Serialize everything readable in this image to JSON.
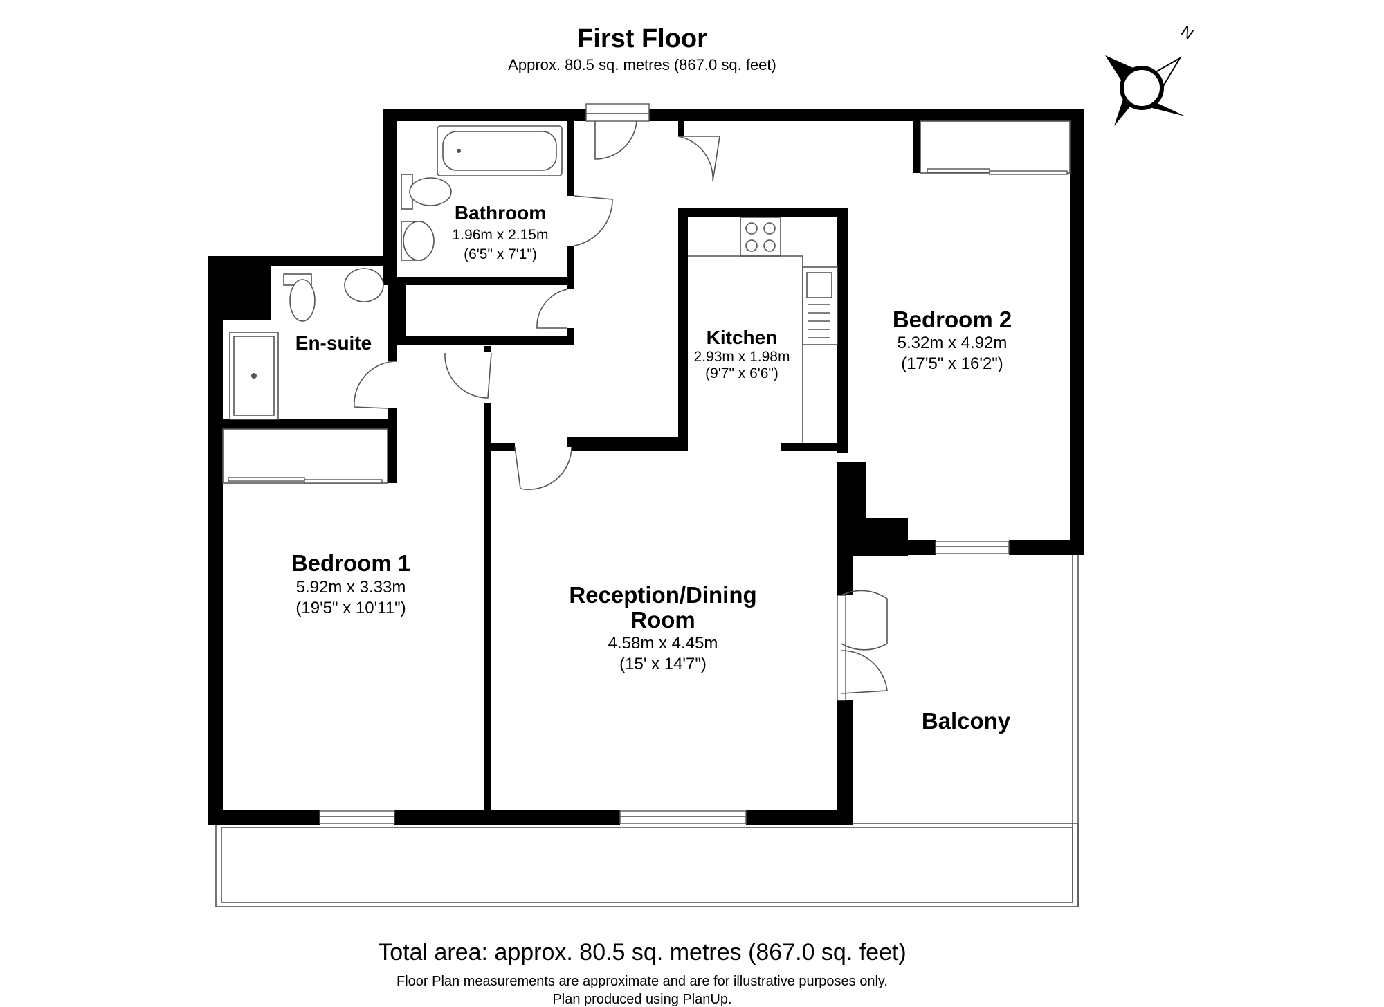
{
  "header": {
    "title": "First Floor",
    "subtitle": "Approx. 80.5 sq. metres (867.0 sq. feet)"
  },
  "compass": {
    "label": "N"
  },
  "rooms": {
    "bathroom": {
      "name": "Bathroom",
      "metric": "1.96m x 2.15m",
      "imperial": "(6'5\" x 7'1\")"
    },
    "ensuite": {
      "name": "En-suite"
    },
    "kitchen": {
      "name": "Kitchen",
      "metric": "2.93m x 1.98m",
      "imperial": "(9'7\" x 6'6\")"
    },
    "bedroom2": {
      "name": "Bedroom 2",
      "metric": "5.32m x 4.92m",
      "imperial": "(17'5\" x 16'2\")"
    },
    "bedroom1": {
      "name": "Bedroom 1",
      "metric": "5.92m x 3.33m",
      "imperial": "(19'5\" x 10'11\")"
    },
    "reception": {
      "name_line1": "Reception/Dining",
      "name_line2": "Room",
      "metric": "4.58m x 4.45m",
      "imperial": "(15' x 14'7\")"
    },
    "balcony": {
      "name": "Balcony"
    }
  },
  "footer": {
    "total": "Total area: approx. 80.5 sq. metres (867.0 sq. feet)",
    "disclaimer1": "Floor Plan measurements are approximate and are for illustrative purposes only.",
    "disclaimer2": "Plan produced using PlanUp."
  }
}
